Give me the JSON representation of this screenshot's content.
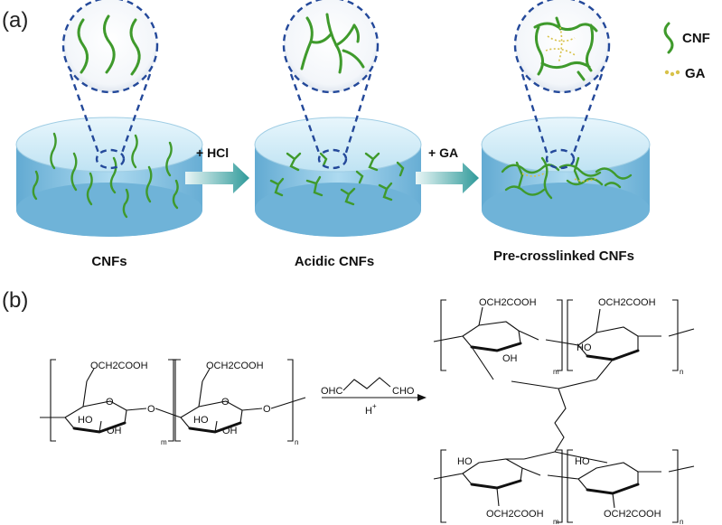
{
  "panel_a": {
    "label": "(a)",
    "stages": [
      {
        "caption": "CNFs"
      },
      {
        "caption": "Acidic CNFs"
      },
      {
        "caption": "Pre-crosslinked CNFs"
      }
    ],
    "arrows": [
      {
        "label": "+ HCl"
      },
      {
        "label": "+ GA"
      }
    ],
    "legend": [
      {
        "label": "CNF",
        "color": "#3f9a2c"
      },
      {
        "label": "GA",
        "color": "#d8c24a"
      }
    ]
  },
  "panel_b": {
    "label": "(b)",
    "reactant": {
      "substituent_1": "OCH2COOH",
      "substituent_2": "OCH2COOH",
      "ho_left_1": "HO",
      "oh_1": "OH",
      "ho_left_2": "HO",
      "oh_2": "OH",
      "ring_o": "O",
      "link_o": "O",
      "sub_m": "m",
      "sub_n": "n"
    },
    "reagent": {
      "ga_left": "OHC",
      "ga_right": "CHO",
      "catalyst": "H",
      "catalyst_sup": "+"
    },
    "product": {
      "top_sub_1": "OCH2COOH",
      "top_sub_2": "OCH2COOH",
      "top_oh": "OH",
      "top_ho": "HO",
      "bottom_sub_1": "OCH2COOH",
      "bottom_sub_2": "OCH2COOH",
      "bottom_ho_1": "HO",
      "bottom_ho_2": "HO",
      "sub_m": "m",
      "sub_n": "n"
    }
  }
}
